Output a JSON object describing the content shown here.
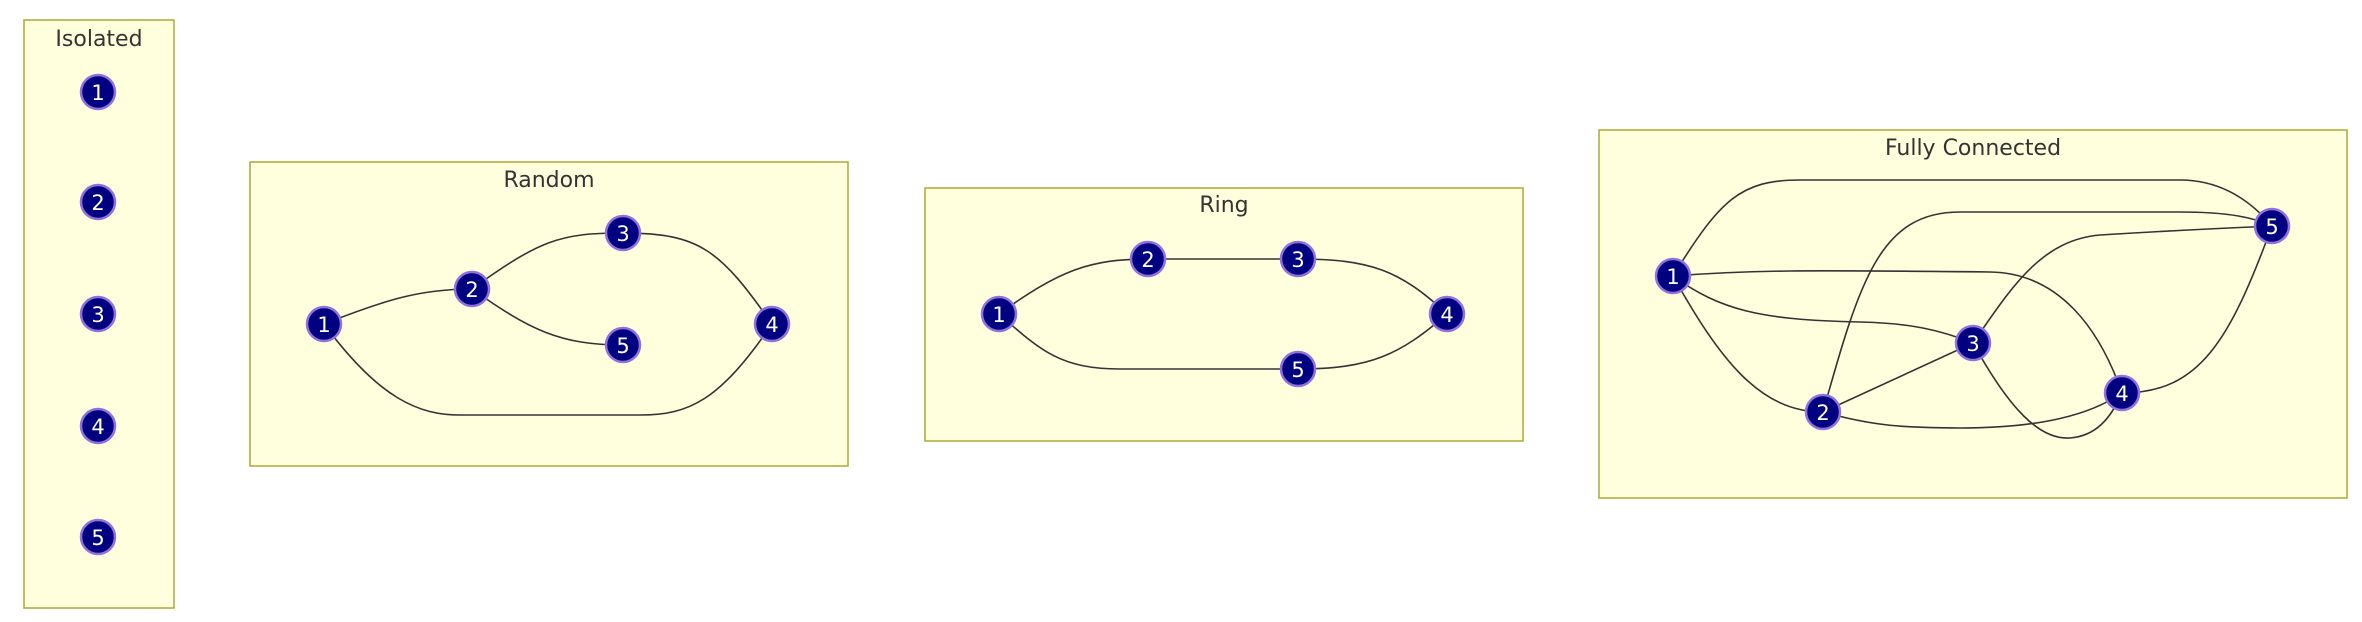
{
  "colors": {
    "cluster_fill": "#ffffde",
    "cluster_stroke": "#aaaa33",
    "node_fill": "#000080",
    "node_stroke": "#9370db",
    "node_text": "#ffffff",
    "edge": "#333333"
  },
  "clusters": [
    {
      "id": "isolated",
      "title": "Isolated",
      "nodes": [
        "1",
        "2",
        "3",
        "4",
        "5"
      ],
      "edges": []
    },
    {
      "id": "random",
      "title": "Random",
      "nodes": [
        "1",
        "2",
        "3",
        "4",
        "5"
      ],
      "edges": [
        [
          "1",
          "2"
        ],
        [
          "2",
          "3"
        ],
        [
          "2",
          "5"
        ],
        [
          "3",
          "4"
        ],
        [
          "1",
          "4"
        ]
      ]
    },
    {
      "id": "ring",
      "title": "Ring",
      "nodes": [
        "1",
        "2",
        "3",
        "4",
        "5"
      ],
      "edges": [
        [
          "1",
          "2"
        ],
        [
          "2",
          "3"
        ],
        [
          "3",
          "4"
        ],
        [
          "4",
          "5"
        ],
        [
          "5",
          "1"
        ]
      ]
    },
    {
      "id": "fully-connected",
      "title": "Fully Connected",
      "nodes": [
        "1",
        "2",
        "3",
        "4",
        "5"
      ],
      "edges": [
        [
          "1",
          "2"
        ],
        [
          "1",
          "3"
        ],
        [
          "1",
          "4"
        ],
        [
          "1",
          "5"
        ],
        [
          "2",
          "3"
        ],
        [
          "2",
          "4"
        ],
        [
          "2",
          "5"
        ],
        [
          "3",
          "4"
        ],
        [
          "3",
          "5"
        ],
        [
          "4",
          "5"
        ]
      ]
    }
  ]
}
